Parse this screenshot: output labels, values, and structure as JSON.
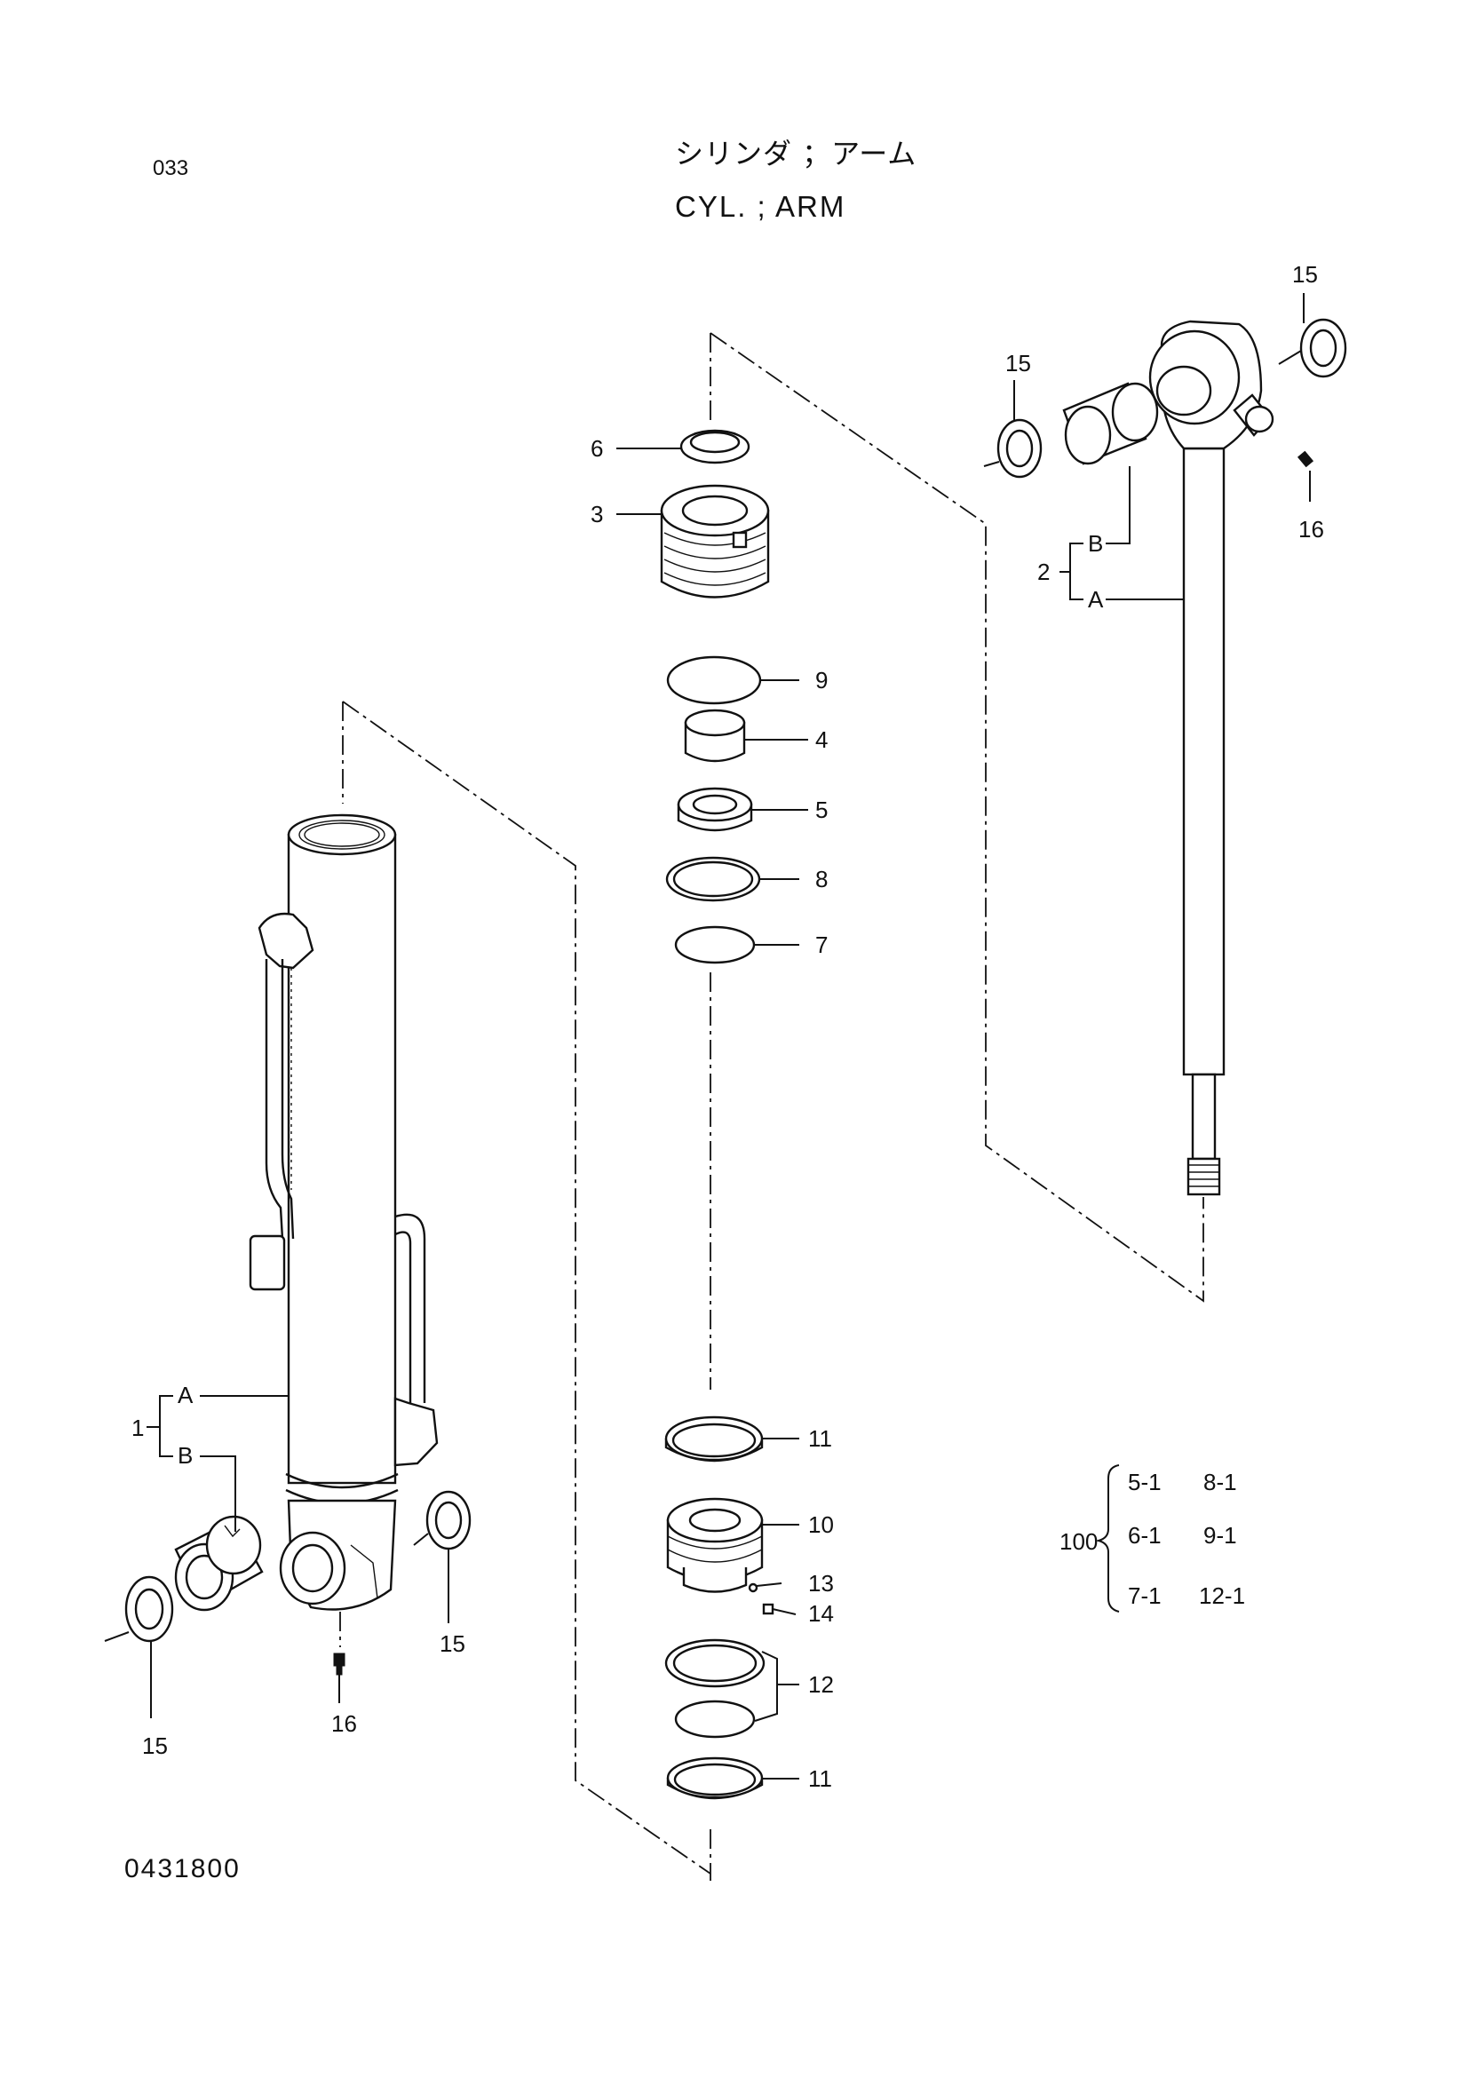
{
  "header": {
    "page_number": "033",
    "title_jp": "シリンダ ；アーム",
    "title_en": "CYL. ; ARM"
  },
  "footer": {
    "drawing_number": "0431800"
  },
  "callouts": {
    "p1": "1",
    "p1a": "A",
    "p1b": "B",
    "p2": "2",
    "p2a": "A",
    "p2b": "B",
    "p3": "3",
    "p4": "4",
    "p5": "5",
    "p6": "6",
    "p7": "7",
    "p8": "8",
    "p9": "9",
    "p10": "10",
    "p11a": "11",
    "p11b": "11",
    "p12": "12",
    "p13": "13",
    "p14": "14",
    "p15a": "15",
    "p15b": "15",
    "p15c": "15",
    "p15d": "15",
    "p16a": "16",
    "p16b": "16"
  },
  "kit": {
    "number": "100",
    "items": [
      "5-1",
      "8-1",
      "6-1",
      "9-1",
      "7-1",
      "12-1"
    ]
  }
}
